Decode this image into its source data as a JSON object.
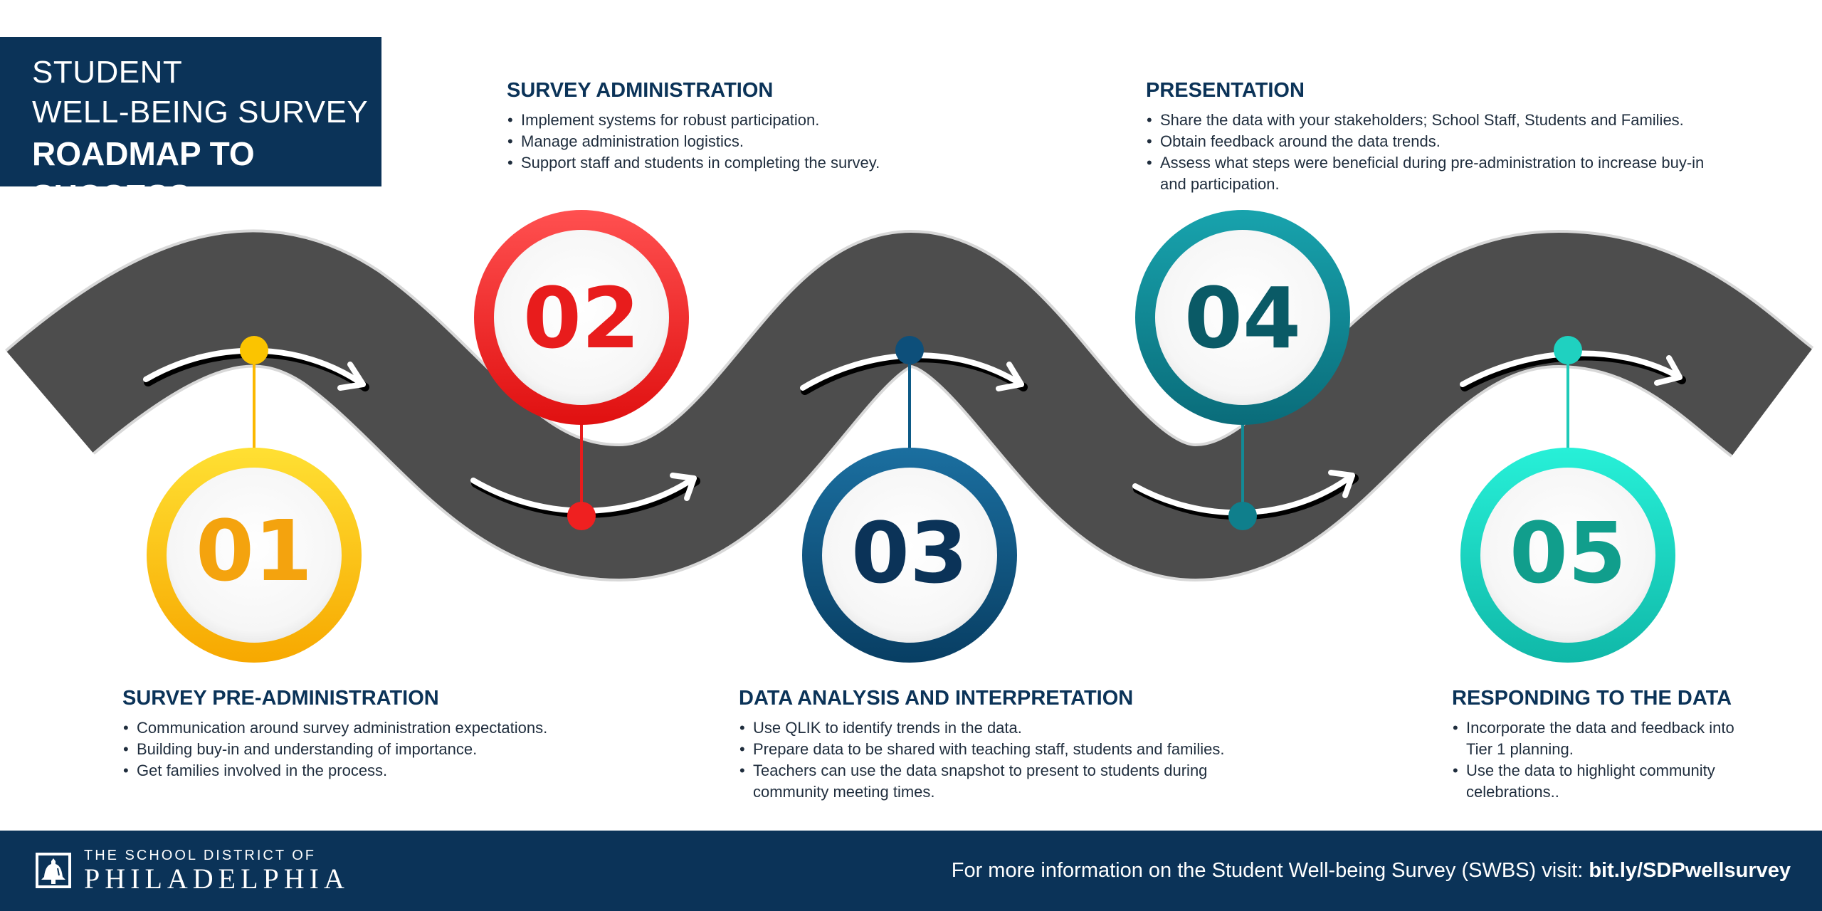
{
  "title": {
    "line1": "STUDENT",
    "line2": "WELL-BEING SURVEY",
    "line3": "ROADMAP TO SUCCESS"
  },
  "colors": {
    "navy": "#0b3358",
    "road": "#4a4a4a",
    "step1": "#fbb800",
    "step2": "#ef2020",
    "step3": "#0d5a86",
    "step4": "#128a96",
    "step5": "#1fd1c0"
  },
  "steps": [
    {
      "number": "01",
      "title": "SURVEY PRE-ADMINISTRATION",
      "bullets": [
        "Communication around survey administration expectations.",
        "Building buy-in and understanding of importance.",
        "Get families involved in the process."
      ]
    },
    {
      "number": "02",
      "title": "SURVEY ADMINISTRATION",
      "bullets": [
        "Implement systems for robust participation.",
        "Manage administration logistics.",
        "Support staff and students in completing the survey."
      ]
    },
    {
      "number": "03",
      "title": "DATA ANALYSIS AND INTERPRETATION",
      "bullets": [
        "Use QLIK to identify trends in the data.",
        "Prepare data to be shared with teaching staff, students and families.",
        "Teachers can use the data snapshot to present to students during community meeting times."
      ]
    },
    {
      "number": "04",
      "title": "PRESENTATION",
      "bullets": [
        "Share the data with your stakeholders; School Staff, Students and Families.",
        "Obtain feedback around the data trends.",
        "Assess what steps were beneficial during pre-administration to increase buy-in and participation."
      ]
    },
    {
      "number": "05",
      "title": "RESPONDING TO THE DATA",
      "bullets": [
        "Incorporate the data and feedback into Tier 1 planning.",
        "Use the data to highlight community celebrations.."
      ]
    }
  ],
  "footer": {
    "logo_line1": "THE SCHOOL DISTRICT OF",
    "logo_line2": "PHILADELPHIA",
    "info_text": "For more information on the Student Well-being Survey (SWBS) visit: ",
    "info_link": "bit.ly/SDPwellsurvey"
  }
}
